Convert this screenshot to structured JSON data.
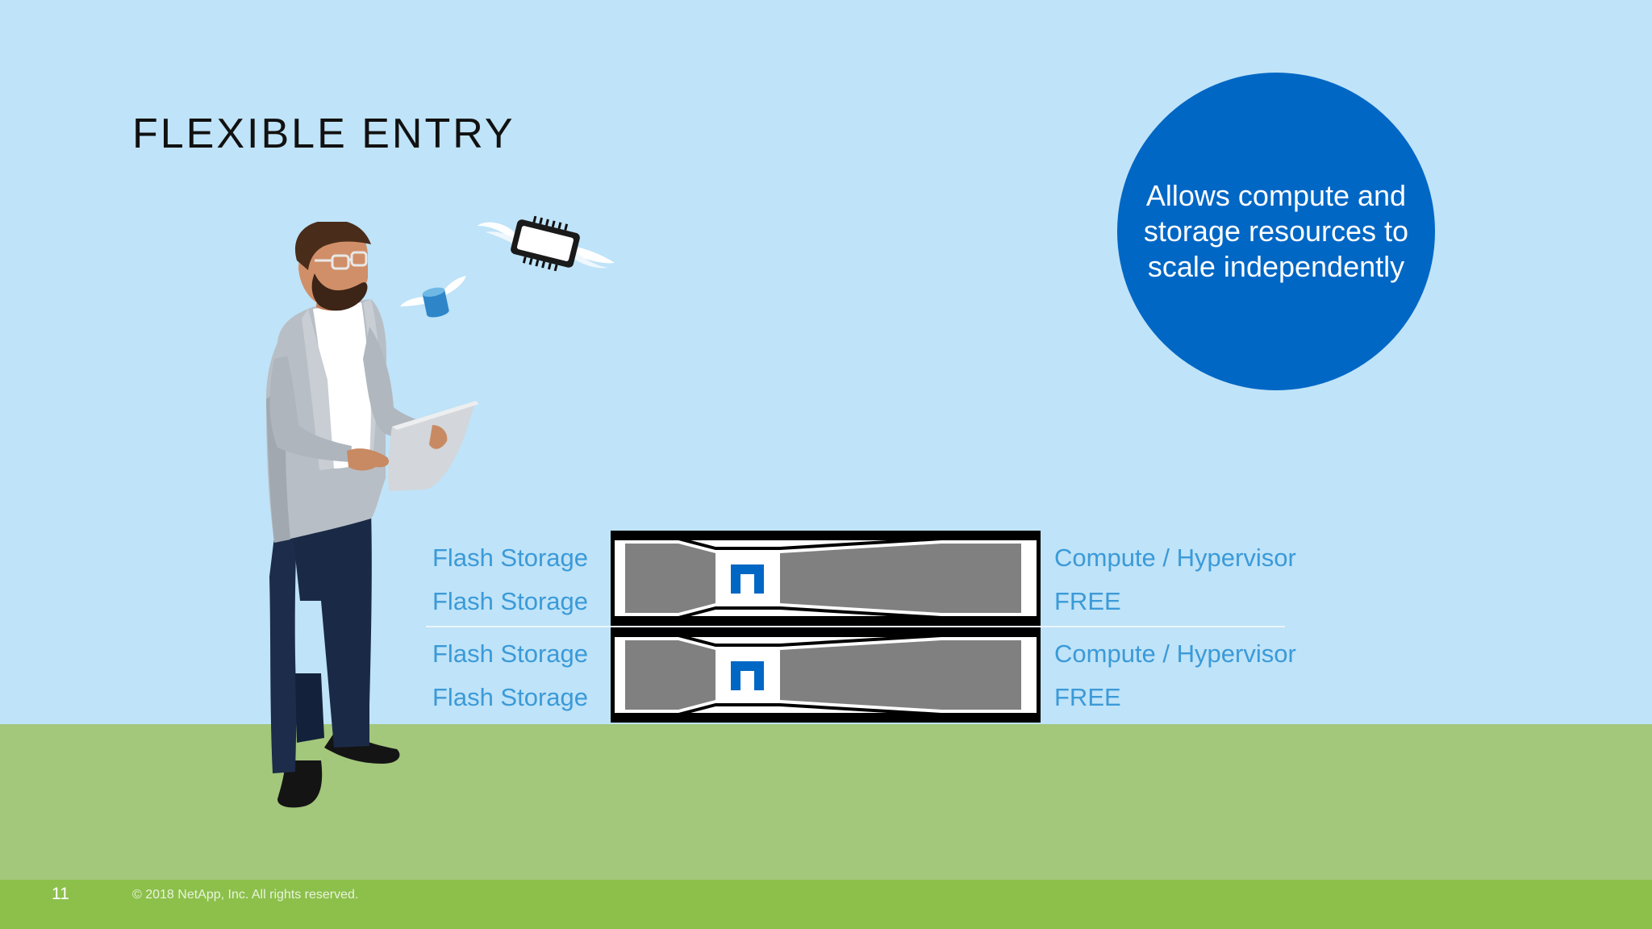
{
  "slide": {
    "title": "FLEXIBLE ENTRY",
    "callout": "Allows compute and storage resources to scale independently",
    "page_number": "11",
    "copyright": "© 2018 NetApp, Inc. All rights reserved."
  },
  "chassis": [
    {
      "left_labels": [
        "Flash Storage",
        "Flash Storage"
      ],
      "right_labels": [
        "Compute / Hypervisor",
        "FREE"
      ]
    },
    {
      "left_labels": [
        "Flash Storage",
        "Flash Storage"
      ],
      "right_labels": [
        "Compute / Hypervisor",
        "FREE"
      ]
    }
  ],
  "icons": [
    "person-illustration",
    "flying-chip-icon",
    "flying-cylinder-icon",
    "netapp-logo-icon"
  ],
  "colors": {
    "sky": "#bfe3f8",
    "grass": "#a3c77b",
    "footer": "#8cc04b",
    "accent_blue": "#0067c5",
    "label_blue": "#3b9ad8"
  }
}
